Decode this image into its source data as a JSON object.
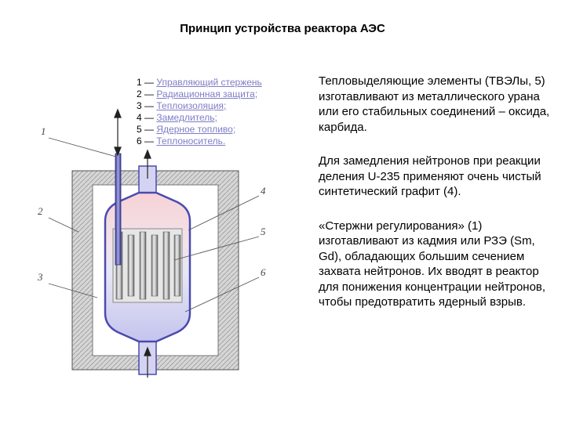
{
  "title": "Принцип устройства реактора АЭС",
  "legend": [
    {
      "num": "1",
      "label": "Управляющий стержень"
    },
    {
      "num": "2",
      "label": "Радиационная защита;"
    },
    {
      "num": "3",
      "label": "Теплоизоляция;"
    },
    {
      "num": "4",
      "label": "Замедлитель;"
    },
    {
      "num": "5",
      "label": "Ядерное топливо;"
    },
    {
      "num": "6",
      "label": "Теплоноситель."
    }
  ],
  "callouts": {
    "c1": "1",
    "c2": "2",
    "c3": "3",
    "c4": "4",
    "c5": "5",
    "c6": "6"
  },
  "paragraphs": [
    "Тепловыделяющие элементы (ТВЭЛы, 5) изготавливают из металлического урана или его стабильных соединений – оксида, карбида.",
    "Для замедления нейтронов при реакции деления U-235 применяют очень чистый синтетический графит (4).",
    "«Стержни регулирования» (1) изготавливают из кадмия или РЗЭ (Sm, Gd), обладающих большим сечением захвата нейтронов. Их вводят в реактор для понижения концентрации нейтронов, чтобы предотвратить ядерный взрыв."
  ],
  "colors": {
    "shield": "#d8d8d8",
    "insulation": "#ffffff",
    "coolant": "#c8c8f0",
    "moderator_top": "#f8d8d8",
    "vessel_outline": "#4a4ab0",
    "rod": "#7070c0"
  }
}
